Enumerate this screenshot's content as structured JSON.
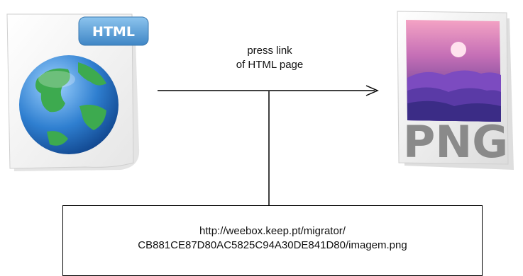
{
  "source_icon": {
    "name": "html-file-icon",
    "badge_text": "HTML",
    "badge_color": "#5a9fd4",
    "globe_color": "#2f7fd0",
    "land_color": "#3daa4f"
  },
  "target_icon": {
    "name": "png-file-icon",
    "label_text": "PNG",
    "label_color": "#8a8a8a",
    "sky_colors": [
      "#f07aa6",
      "#7c4bc0",
      "#3b2c86"
    ]
  },
  "arrow": {
    "label_lines": [
      "press link",
      "of HTML page"
    ]
  },
  "url_box": {
    "lines": [
      "http://weebox.keep.pt/migrator/",
      "CB881CE87D80AC5825C94A30DE841D80/imagem.png"
    ]
  }
}
